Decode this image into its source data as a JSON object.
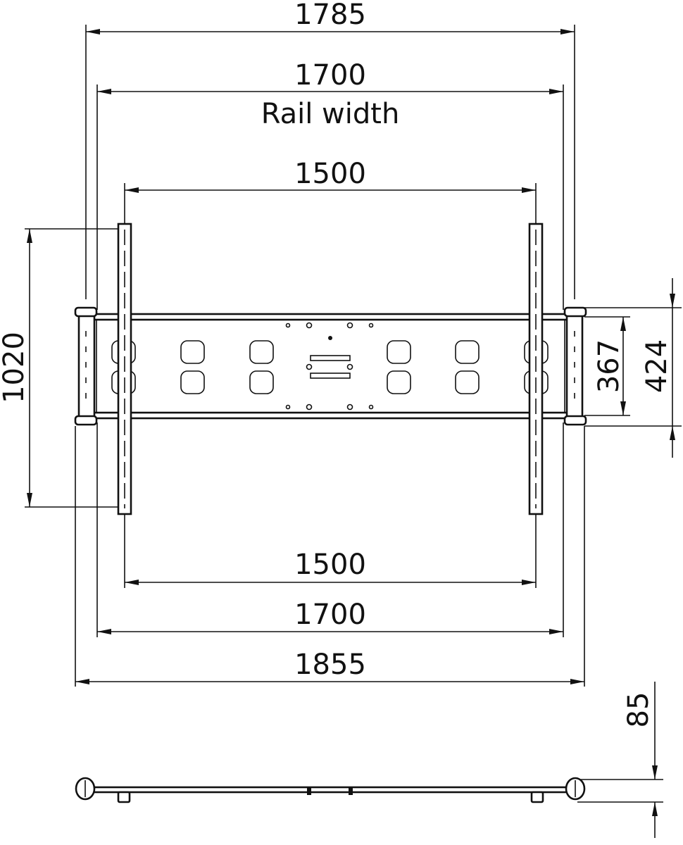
{
  "drawing": {
    "dimensions": {
      "overall_top": "1785",
      "rail_width": "1700",
      "rail_width_caption": "Rail width",
      "rail_spacing_top": "1500",
      "height_total": "1020",
      "plate_inner_height": "367",
      "plate_outer_height": "424",
      "rail_spacing_bottom": "1500",
      "rail_width_bottom": "1700",
      "overall_bottom": "1855",
      "depth": "85"
    },
    "line_color": "#111111",
    "background_color": "#ffffff"
  }
}
